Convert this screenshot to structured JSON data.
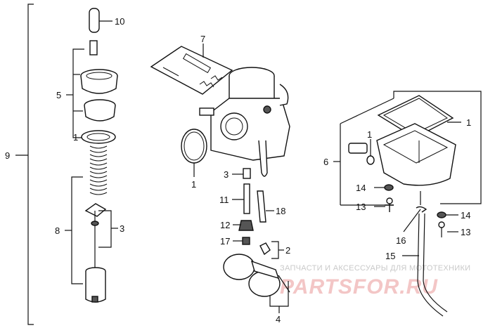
{
  "callouts": {
    "c10": "10",
    "c5": "5",
    "c1_left": "1",
    "c9": "9",
    "c8": "8",
    "c3_left": "3",
    "c7": "7",
    "c1_gasket": "1",
    "c3_mid": "3",
    "c11": "11",
    "c18": "18",
    "c12": "12",
    "c17": "17",
    "c2": "2",
    "c4": "4",
    "c1_bowl": "1",
    "c1_oring": "1",
    "c6": "6",
    "c14_a": "14",
    "c13_a": "13",
    "c14_b": "14",
    "c13_b": "13",
    "c16": "16",
    "c15": "15"
  },
  "watermark": {
    "tagline": "ЗАПЧАСТИ И АКСЕССУАРЫ ДЛЯ МОТОТЕХНИКИ",
    "logo": "PARTSFOR.RU"
  },
  "colors": {
    "line": "#111111",
    "watermark_text": "#c9c9c9",
    "watermark_logo": "#f3c6c6"
  }
}
